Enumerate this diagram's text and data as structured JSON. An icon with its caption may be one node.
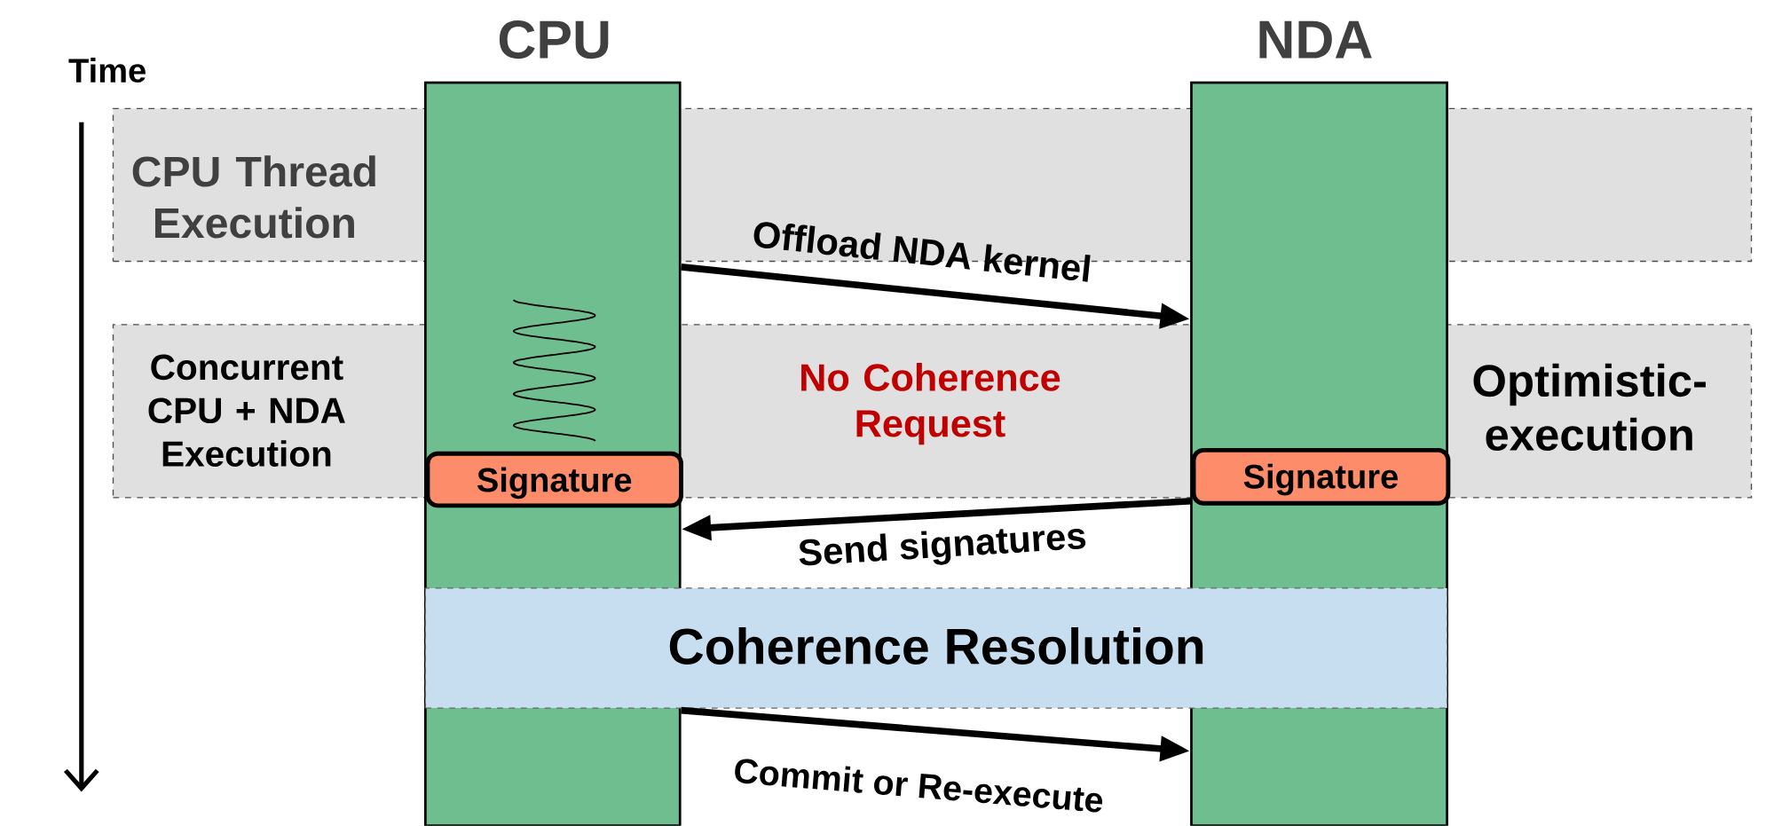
{
  "diagram": {
    "nodes": [
      {
        "text": [
          "CPU"
        ]
      },
      {
        "text": [
          "NDA"
        ]
      },
      {
        "text": [
          "CPU Thread Execution"
        ]
      },
      {
        "text": [
          "Concurrent CPU + NDA Execution",
          "No Coherence Request",
          "Optimistic-execution"
        ]
      },
      {
        "text": [
          "Signature"
        ],
        "in": 0
      },
      {
        "text": [
          "Signature"
        ],
        "in": 1
      },
      {
        "text": [
          "Coherence Resolution"
        ]
      }
    ],
    "edges": [
      {
        "from": 0,
        "to": 1,
        "arrow": "to",
        "label": "Offload NDA kernel"
      },
      {
        "from": 5,
        "to": 0,
        "arrow": "to",
        "label": "Send signatures"
      },
      {
        "from": 0,
        "to": 1,
        "arrow": "to",
        "label": "Commit or Re-execute"
      }
    ],
    "labels": [
      "Time"
    ]
  }
}
